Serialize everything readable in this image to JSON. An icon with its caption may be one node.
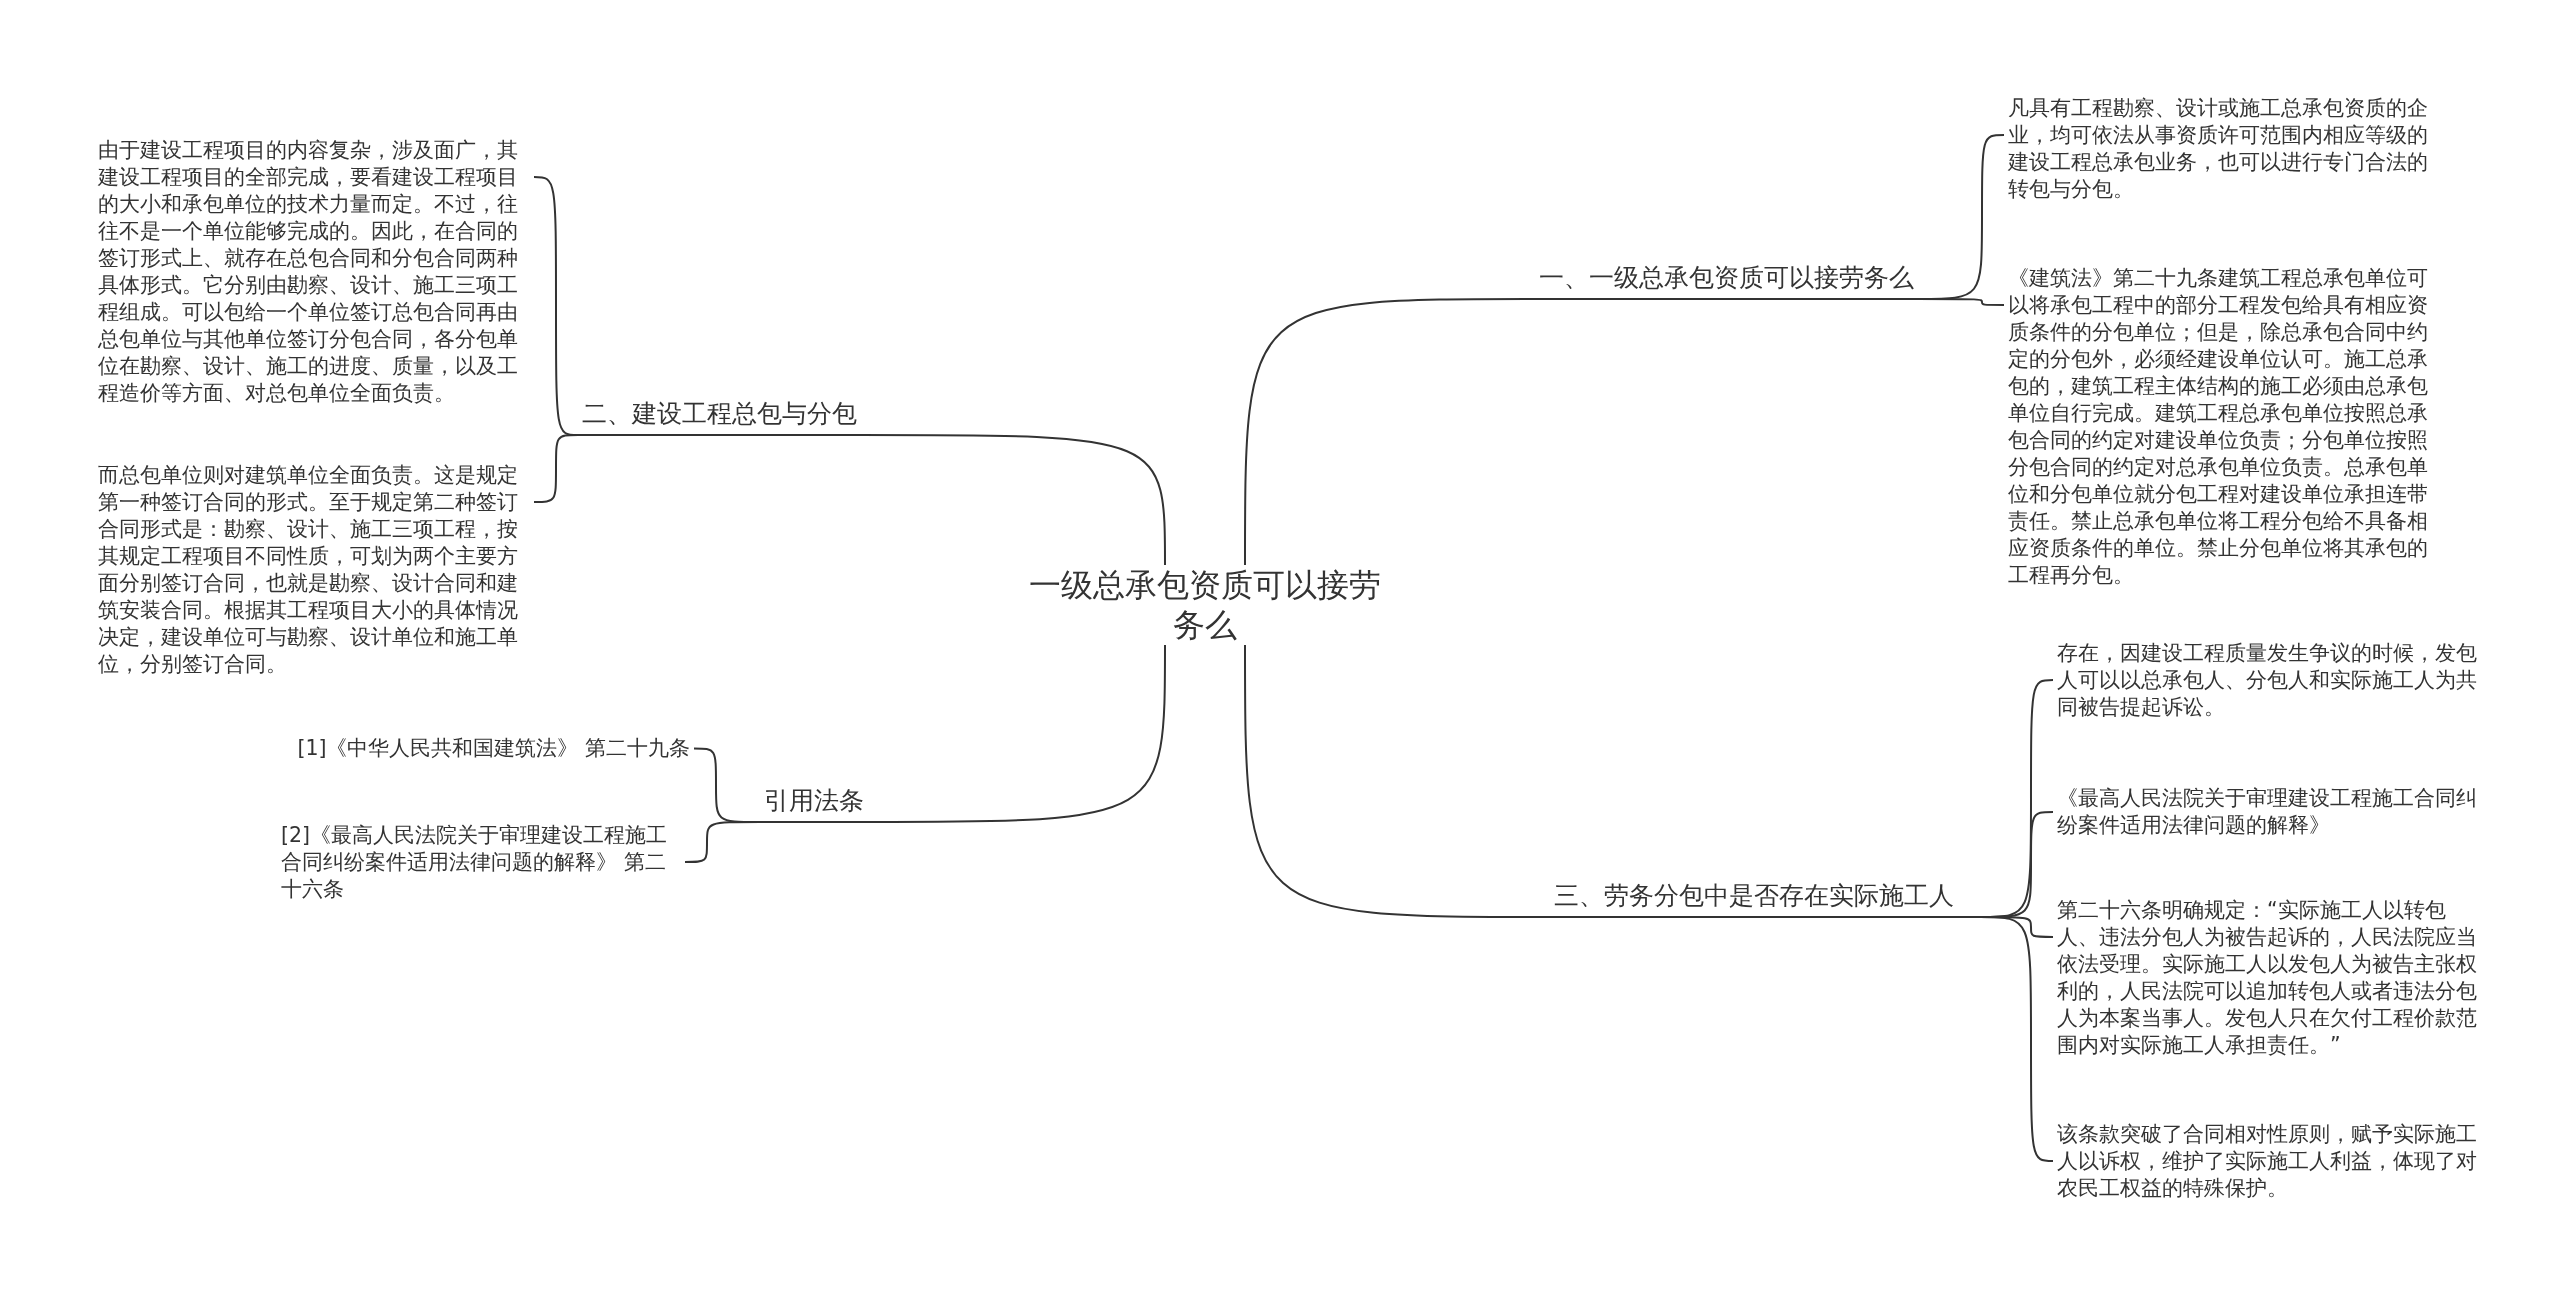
{
  "diagram": {
    "nodes": [
      {
        "text": [
          "一级总承包资质可以接劳务么"
        ]
      },
      {
        "text": [
          "一、一级总承包资质可以接劳务么"
        ]
      },
      {
        "text": [
          "凡具有工程勘察、设计或施工总承包资质的企业，均可依法从事资质许可范围内相应等级的建设工程总承包业务，也可以进行专门合法的转包与分包。"
        ]
      },
      {
        "text": [
          "《建筑法》第二十九条建筑工程总承包单位可以将承包工程中的部分工程发包给具有相应资质条件的分包单位；但是，除总承包合同中约定的分包外，必须经建设单位认可。施工总承包的，建筑工程主体结构的施工必须由总承包单位自行完成。建筑工程总承包单位按照总承包合同的约定对建设单位负责；分包单位按照分包合同的约定对总承包单位负责。总承包单位和分包单位就分包工程对建设单位承担连带责任。禁止总承包单位将工程分包给不具备相应资质条件的单位。禁止分包单位将其承包的工程再分包。"
        ]
      },
      {
        "text": [
          "二、建设工程总包与分包"
        ]
      },
      {
        "text": [
          "由于建设工程项目的内容复杂，涉及面广，其建设工程项目的全部完成，要看建设工程项目的大小和承包单位的技术力量而定。不过，往往不是一个单位能够完成的。因此，在合同的签订形式上、就存在总包合同和分包合同两种具体形式。它分别由勘察、设计、施工三项工程组成。可以包给一个单位签订总包合同再由总包单位与其他单位签订分包合同，各分包单位在勘察、设计、施工的进度、质量，以及工程造价等方面、对总包单位全面负责。"
        ]
      },
      {
        "text": [
          "而总包单位则对建筑单位全面负责。这是规定第一种签订合同的形式。至于规定第二种签订合同形式是：勘察、设计、施工三项工程，按其规定工程项目不同性质，可划为两个主要方面分别签订合同，也就是勘察、设计合同和建筑安装合同。根据其工程项目大小的具体情况决定，建设单位可与勘察、设计单位和施工单位，分别签订合同。"
        ]
      },
      {
        "text": [
          "引用法条"
        ]
      },
      {
        "text": [
          "[1]《中华人民共和国建筑法》 第二十九条"
        ]
      },
      {
        "text": [
          "[2]《最高人民法院关于审理建设工程施工合同纠纷案件适用法律问题的解释》 第二十六条"
        ]
      },
      {
        "text": [
          "三、劳务分包中是否存在实际施工人"
        ]
      },
      {
        "text": [
          "存在，因建设工程质量发生争议的时候，发包人可以以总承包人、分包人和实际施工人为共同被告提起诉讼。"
        ]
      },
      {
        "text": [
          "《最高人民法院关于审理建设工程施工合同纠纷案件适用法律问题的解释》"
        ]
      },
      {
        "text": [
          "第二十六条明确规定：“实际施工人以转包人、违法分包人为被告起诉的，人民法院应当依法受理。实际施工人以发包人为被告主张权利的，人民法院可以追加转包人或者违法分包人为本案当事人。发包人只在欠付工程价款范围内对实际施工人承担责任。”"
        ]
      },
      {
        "text": [
          "该条款突破了合同相对性原则，赋予实际施工人以诉权，维护了实际施工人利益，体现了对农民工权益的特殊保护。"
        ]
      }
    ],
    "edges": [
      {
        "from": 0,
        "to": 1,
        "arrow": "none"
      },
      {
        "from": 0,
        "to": 4,
        "arrow": "none"
      },
      {
        "from": 0,
        "to": 7,
        "arrow": "none"
      },
      {
        "from": 0,
        "to": 10,
        "arrow": "none"
      },
      {
        "from": 1,
        "to": 2,
        "arrow": "none"
      },
      {
        "from": 1,
        "to": 3,
        "arrow": "none"
      },
      {
        "from": 4,
        "to": 5,
        "arrow": "none"
      },
      {
        "from": 4,
        "to": 6,
        "arrow": "none"
      },
      {
        "from": 7,
        "to": 8,
        "arrow": "none"
      },
      {
        "from": 7,
        "to": 9,
        "arrow": "none"
      },
      {
        "from": 10,
        "to": 11,
        "arrow": "none"
      },
      {
        "from": 10,
        "to": 12,
        "arrow": "none"
      },
      {
        "from": 10,
        "to": 13,
        "arrow": "none"
      },
      {
        "from": 10,
        "to": 14,
        "arrow": "none"
      }
    ]
  }
}
